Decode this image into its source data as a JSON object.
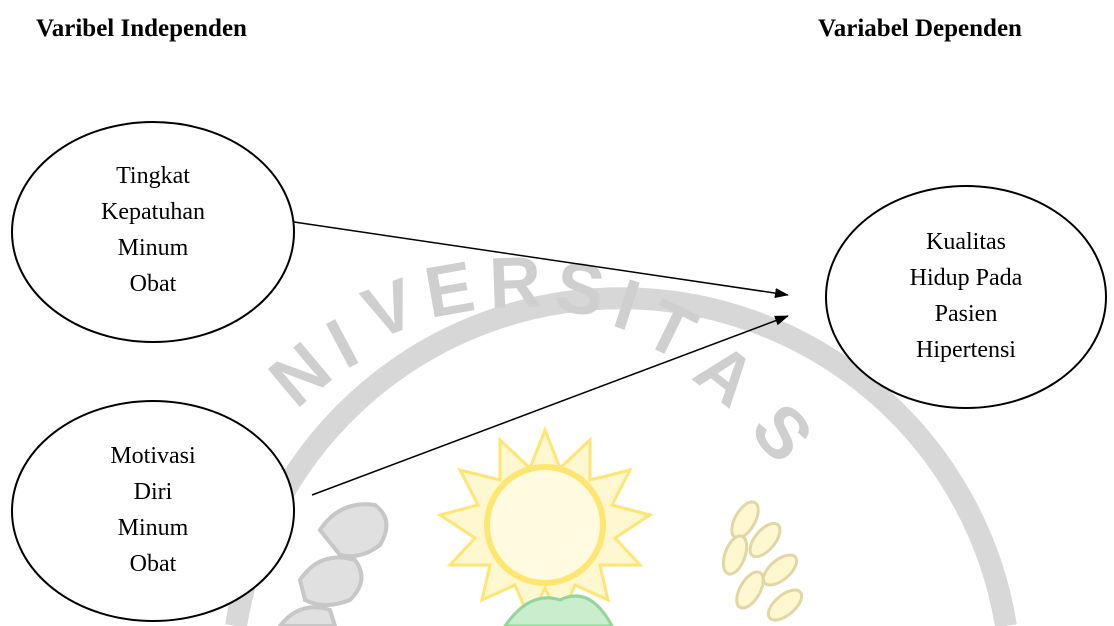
{
  "headings": {
    "independent": "Varibel Independen",
    "dependent": "Variabel Dependen"
  },
  "nodes": {
    "compliance": {
      "lines": [
        "Tingkat",
        "Kepatuhan",
        "Minum",
        "Obat"
      ]
    },
    "motivation": {
      "lines": [
        "Motivasi",
        "Diri",
        "Minum",
        "Obat"
      ]
    },
    "quality": {
      "lines": [
        "Kualitas",
        "Hidup Pada",
        "Pasien",
        "Hipertensi"
      ]
    }
  },
  "watermark": {
    "text": "UNIVERSITAS",
    "text_color": "#a0a0a0",
    "sun_color": "#ffd200",
    "mountain_color": "#3cb44b",
    "figure_color": "#9a9a9a"
  }
}
